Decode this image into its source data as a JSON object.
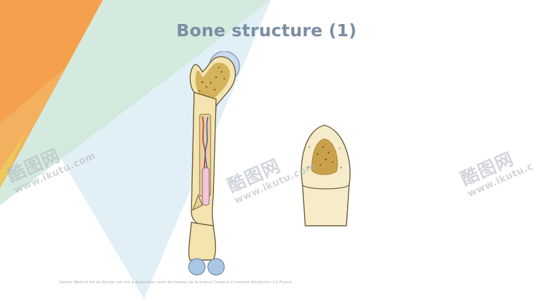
{
  "slide": {
    "title": "Bone structure (1)",
    "footer_credit": "Servier Medical Art de Servier est mis à disposition selon les termes de la licence Creative Commons Attribution 3.0 France"
  },
  "figures": [
    {
      "name": "long-bone-femur",
      "description_icon": "femur-cross-section-illustration"
    },
    {
      "name": "bone-end-section",
      "description_icon": "epiphysis-cut-illustration"
    }
  ],
  "watermarks": [
    {
      "brand": "酷图网",
      "url": "www.ikutu.com"
    },
    {
      "brand": "酷图网",
      "url": "www.ikutu.com"
    },
    {
      "brand": "酷图网",
      "url": "www.ikutu.com"
    }
  ],
  "colors": {
    "orange": "#f5a64a",
    "green_band": "#c9e6d6",
    "blue_band": "#d8ecf4",
    "bone_cream": "#f4e5b0",
    "marrow": "#c6a24a",
    "cartilage_blue": "#b9d3ea",
    "title_gray": "#7a8ea3"
  }
}
